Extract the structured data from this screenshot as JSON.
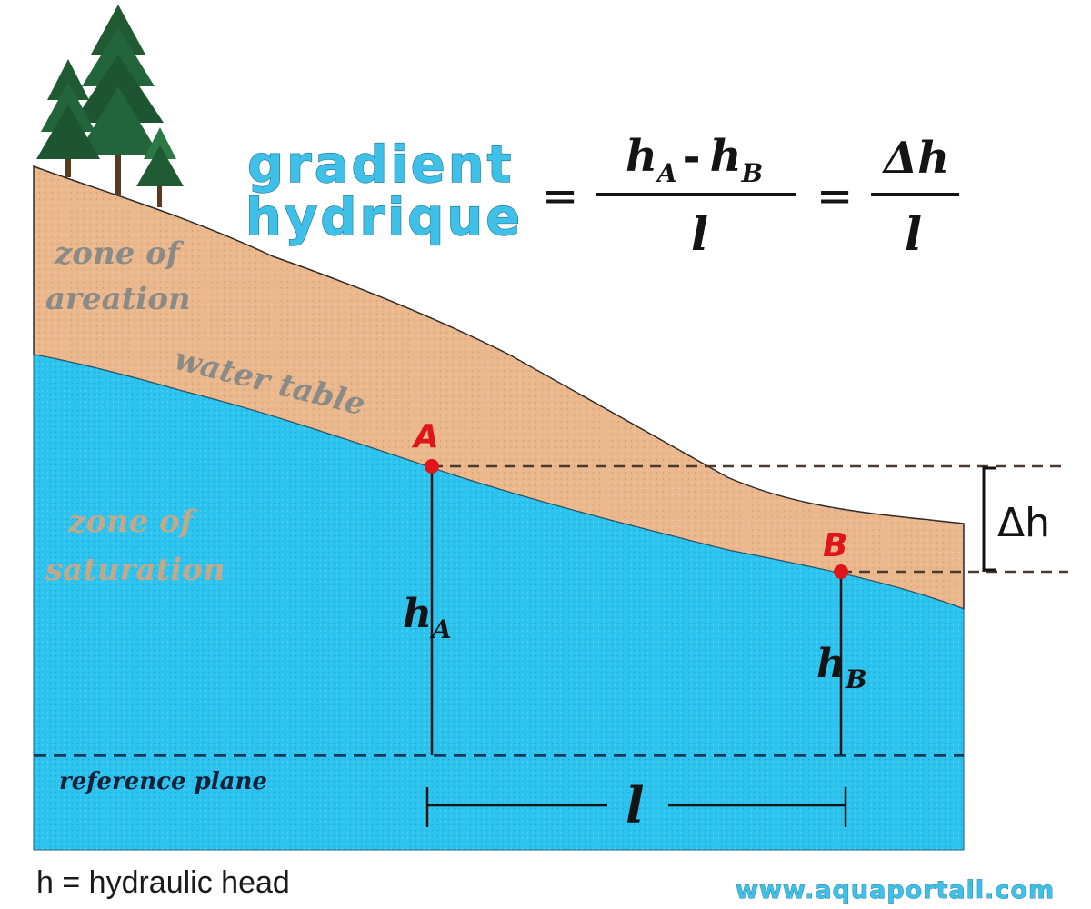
{
  "title": {
    "line1": "gradient",
    "line2": "hydrique"
  },
  "formula": {
    "equals": "=",
    "numerator": {
      "h": "h",
      "sub_a": "A",
      "minus": "-",
      "sub_b": "B"
    },
    "denominator": "l",
    "delta_numerator": "Δh",
    "delta_denominator": "l"
  },
  "labels": {
    "zone_aeration_line1": "zone of",
    "zone_aeration_line2": "areation",
    "water_table": "water table",
    "zone_saturation_line1": "zone of",
    "zone_saturation_line2": "saturation",
    "point_a": "A",
    "point_b": "B",
    "head_a": {
      "h": "h",
      "sub": "A"
    },
    "head_b": {
      "h": "h",
      "sub": "B"
    },
    "delta_h": "Δh",
    "length": "l",
    "reference_plane": "reference plane"
  },
  "legend": "h = hydraulic head",
  "website": "www.aquaportail.com",
  "colors": {
    "soil": "#eab88c",
    "water": "#2cc3ee",
    "point": "#e0151b",
    "title": "#3fc0e8",
    "tree": "#1f5a32"
  }
}
